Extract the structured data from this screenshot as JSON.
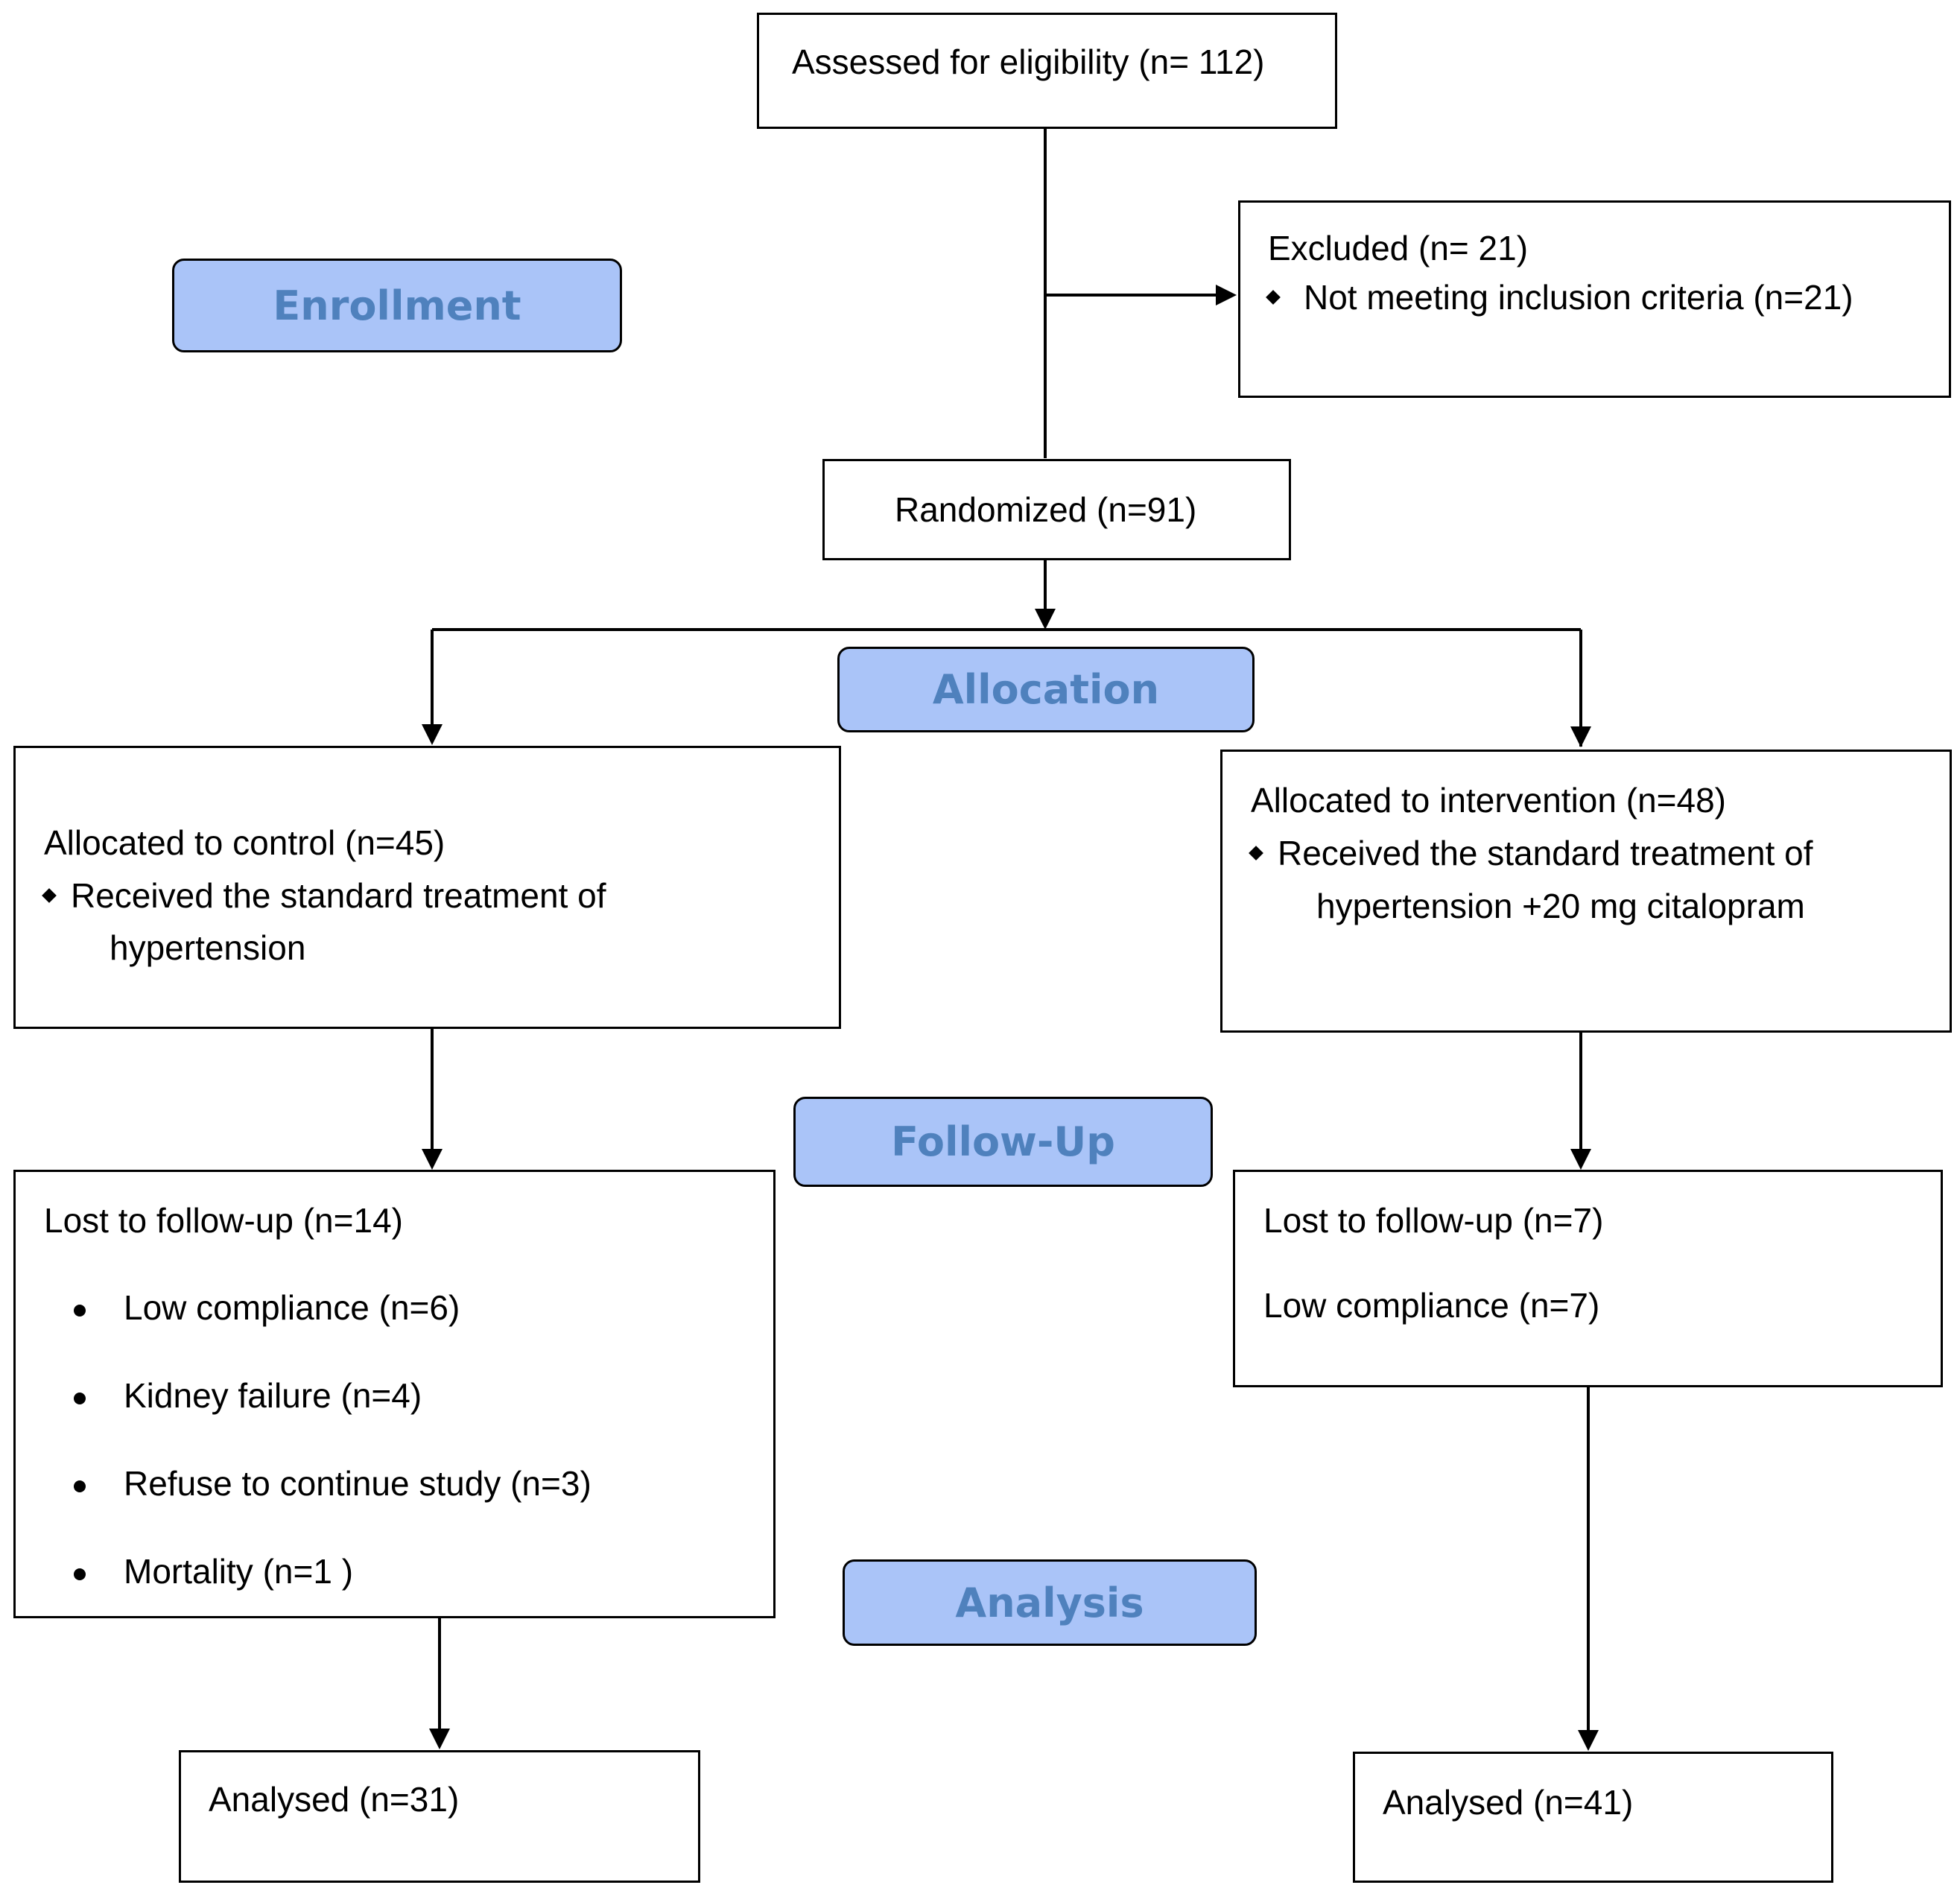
{
  "stages": {
    "enrollment": "Enrollment",
    "allocation": "Allocation",
    "follow_up": "Follow-Up",
    "analysis": "Analysis"
  },
  "assessed": "Assessed for eligibility (n= 112)",
  "excluded": {
    "title": "Excluded (n= 21)",
    "reasons": [
      "Not meeting inclusion criteria (n=21)"
    ]
  },
  "randomized": "Randomized (n=91)",
  "control": {
    "allocated": "Allocated to control (n=45)",
    "treatment_line1": "Received the standard treatment of",
    "treatment_line2": "hypertension",
    "lost": "Lost to follow-up (n=14)",
    "lost_reasons": [
      "Low compliance (n=6)",
      "Kidney failure (n=4)",
      "Refuse to continue study (n=3)",
      "Mortality (n=1 )"
    ],
    "analysed": "Analysed (n=31)"
  },
  "intervention": {
    "allocated": "Allocated to intervention (n=48)",
    "treatment_line1": "Received the standard treatment of",
    "treatment_line2": "hypertension +20 mg citalopram",
    "lost": "Lost to follow-up (n=7)",
    "lost_reasons": [
      "Low compliance (n=7)"
    ],
    "analysed": "Analysed (n=41)"
  }
}
